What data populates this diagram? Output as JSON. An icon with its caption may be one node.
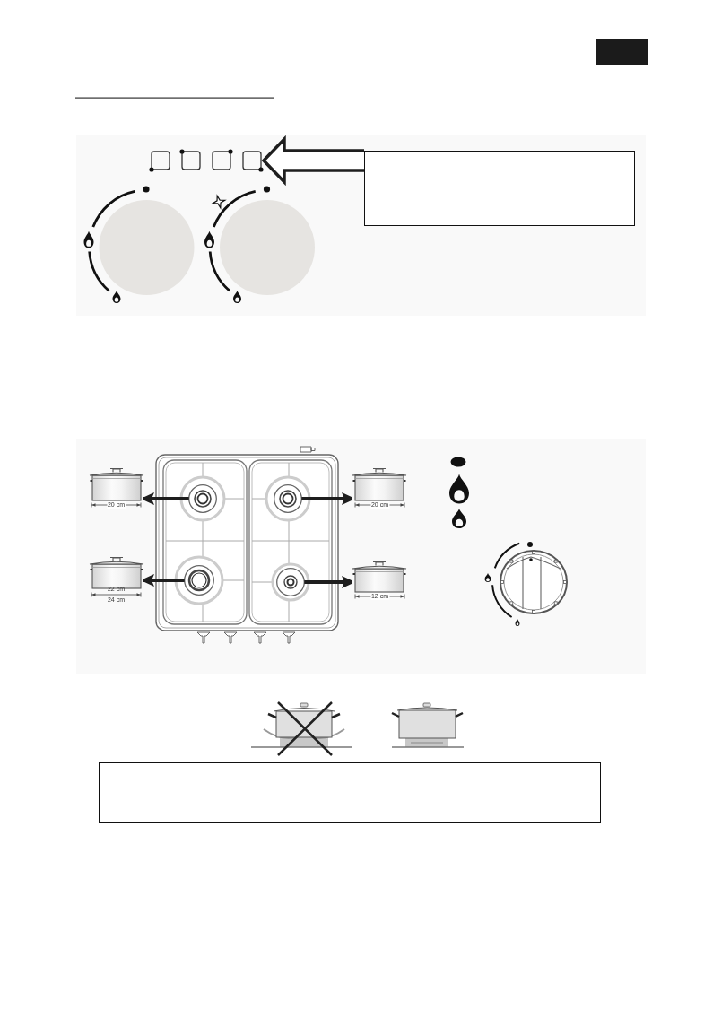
{
  "diagram": {
    "nodes": [
      {
        "text": [],
        "shape": "picture"
      },
      {
        "text": [],
        "shape": "box"
      },
      {
        "text": [],
        "shape": "picture"
      },
      {
        "text": [],
        "shape": "circle",
        "in": 2
      },
      {
        "text": [],
        "shape": "circle",
        "in": 2
      },
      {
        "text": [],
        "shape": "circle",
        "in": 2
      },
      {
        "text": [],
        "shape": "circle",
        "in": 2
      },
      {
        "text": [],
        "shape": "picture"
      },
      {
        "text": [],
        "shape": "picture"
      },
      {
        "text": [],
        "shape": "picture"
      },
      {
        "text": [],
        "shape": "picture"
      },
      {
        "text": [],
        "shape": "box"
      }
    ],
    "edges": [
      {
        "from": 1,
        "to": 0,
        "arrow": "to",
        "style": "thick"
      },
      {
        "from": 3,
        "to": 7,
        "arrow": "to"
      },
      {
        "from": 4,
        "to": 8,
        "arrow": "to"
      },
      {
        "from": 5,
        "to": 9,
        "arrow": "to"
      },
      {
        "from": 6,
        "to": 10,
        "arrow": "to"
      }
    ],
    "labels": [
      "20 cm",
      "20 cm",
      "22 cm",
      "24 cm",
      "12 cm"
    ]
  }
}
